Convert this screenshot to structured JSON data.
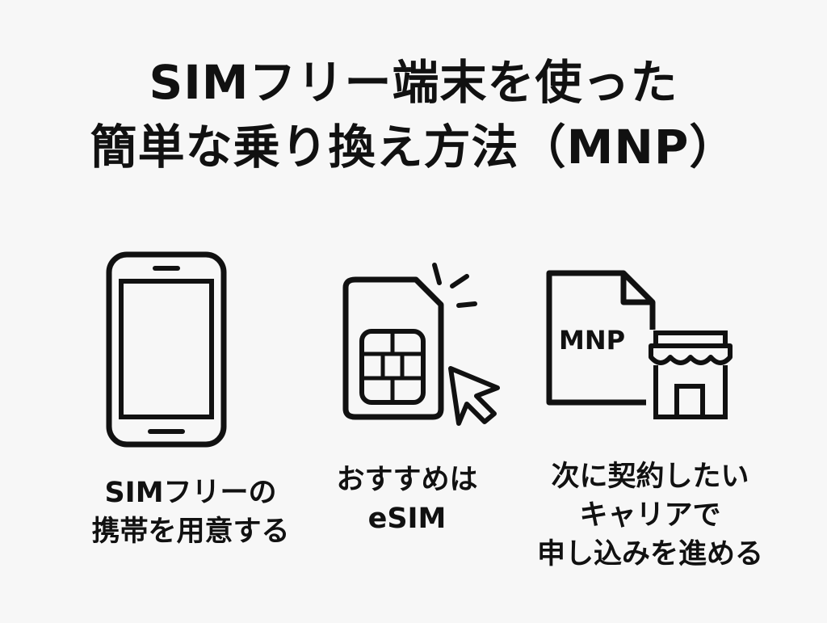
{
  "title": {
    "line1": "SIMフリー端末を使った",
    "line2": "簡単な乗り換え方法（MNP）"
  },
  "steps": [
    {
      "icon": "smartphone-icon",
      "caption": [
        "SIMフリーの",
        "携帯を用意する"
      ]
    },
    {
      "icon": "sim-card-icon",
      "caption": [
        "おすすめは",
        "eSIM"
      ]
    },
    {
      "icon": "mnp-document-store-icon",
      "icon_text": "MNP",
      "caption": [
        "次に契約したい",
        "キャリアで",
        "申し込みを進める"
      ]
    }
  ]
}
